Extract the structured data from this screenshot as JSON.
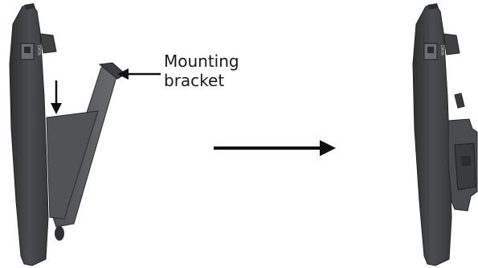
{
  "callout": {
    "line1": "Mounting",
    "line2": "bracket"
  },
  "port_label": "DATA",
  "icons": {
    "down_arrow": "arrow-down",
    "leader_arrow": "arrow-left",
    "transition_arrow": "arrow-right"
  },
  "colors": {
    "housing_dark": "#3a3b3d",
    "housing_mid": "#4a4b4e",
    "housing_edge": "#2a2b2d",
    "bracket": "#5c5d60",
    "bracket_dark": "#3f4043",
    "arrow": "#111111"
  }
}
